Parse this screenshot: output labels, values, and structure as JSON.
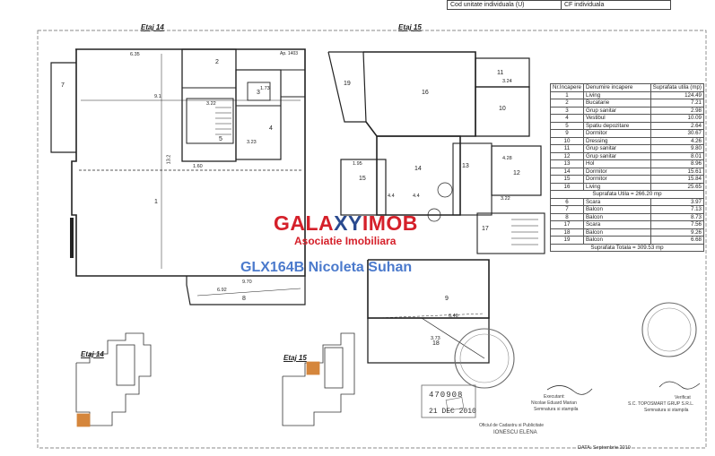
{
  "header_table": {
    "rows": [
      {
        "left": "Cod unitate individuala (U)",
        "right": "CF individuala"
      }
    ]
  },
  "floors": {
    "left_title": "Etaj 14",
    "right_title": "Etaj 15",
    "left_small_title": "Etaj 14",
    "right_small_title": "Etaj 15"
  },
  "room_table": {
    "headers": [
      "Nr.Incapere",
      "Denumire incapere",
      "Suprafata utila (mp)"
    ],
    "rows_a": [
      {
        "nr": "1",
        "name": "Living",
        "area": "124.49"
      },
      {
        "nr": "2",
        "name": "Bucatarie",
        "area": "7.21"
      },
      {
        "nr": "3",
        "name": "Grup sanitar",
        "area": "2.98"
      },
      {
        "nr": "4",
        "name": "Vestibul",
        "area": "10.09"
      },
      {
        "nr": "5",
        "name": "Spatiu depozitare",
        "area": "2.64"
      },
      {
        "nr": "9",
        "name": "Dormitor",
        "area": "30.67"
      },
      {
        "nr": "10",
        "name": "Dressing",
        "area": "4.26"
      },
      {
        "nr": "11",
        "name": "Grup sanitar",
        "area": "9.80"
      },
      {
        "nr": "12",
        "name": "Grup sanitar",
        "area": "8.01"
      },
      {
        "nr": "13",
        "name": "Hol",
        "area": "8.96"
      },
      {
        "nr": "14",
        "name": "Dormitor",
        "area": "15.61"
      },
      {
        "nr": "15",
        "name": "Dormitor",
        "area": "15.84"
      },
      {
        "nr": "16",
        "name": "Living",
        "area": "25.65"
      }
    ],
    "useful_total": "Suprafata Utila = 266.20 mp",
    "rows_b": [
      {
        "nr": "6",
        "name": "Scara",
        "area": "3.97"
      },
      {
        "nr": "7",
        "name": "Balcon",
        "area": "7.13"
      },
      {
        "nr": "8",
        "name": "Balcon",
        "area": "8.73"
      },
      {
        "nr": "17",
        "name": "Scara",
        "area": "7.56"
      },
      {
        "nr": "18",
        "name": "Balcon",
        "area": "9.26"
      },
      {
        "nr": "19",
        "name": "Balcon",
        "area": "6.68"
      }
    ],
    "grand_total": "Suprafata Totala = 309.53 mp"
  },
  "watermark": {
    "brand_a": "GALA",
    "brand_b": "XY",
    "brand_c": "IMOB",
    "tagline": "Asociatie Imobiliara",
    "listing": "GLX164B Nicoleta Suhan"
  },
  "room_labels": {
    "l1": "1",
    "l2": "2",
    "l3": "3",
    "l4": "4",
    "l5": "5",
    "l7": "7",
    "l8": "8",
    "l9": "9",
    "l10": "10",
    "l11": "11",
    "l12": "12",
    "l13": "13",
    "l14": "14",
    "l15": "15",
    "l16": "16",
    "l17": "17",
    "l18": "18",
    "l19": "19",
    "ap": "Ap. 1403"
  },
  "dimensions": {
    "d1": "6.35",
    "d2": "9.1",
    "d3": "13.2",
    "d4": "1.60",
    "d5": "3.22",
    "d6": "6.92",
    "d7": "9.70",
    "d8": "3.23",
    "d9": "1.73",
    "d10": "3.24",
    "d11": "4.4",
    "d12": "4.4",
    "d13": "6.46",
    "d14": "3.22",
    "d15": "1.95",
    "d16": "3.73",
    "d17": "4.28"
  },
  "stamps": {
    "seal_number": "470908",
    "seal_date": "21 DEC 2010",
    "executant": "Executant:",
    "exec_name": "Nicolae Eduard Marian",
    "exec_role": "Semnatura si stampila",
    "official": "Oficiul de Cadastru si Publicitate",
    "signer": "IONESCU ELENA",
    "verified": "Verificat",
    "company": "S.C. TOPOSMART GRUP S.R.L.",
    "company_role": "Semnatura si stampila",
    "data": "DATA: Septembrie 2010"
  },
  "colors": {
    "brand_red": "#d5202a",
    "brand_blue": "#2a4a8f",
    "listing_blue": "#2c63c4"
  }
}
